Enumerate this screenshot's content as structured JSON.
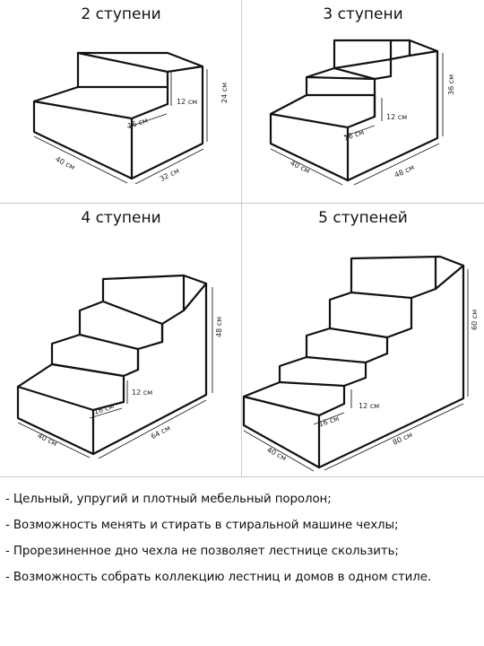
{
  "panels": [
    {
      "title": "2 ступени",
      "depth": "40 см",
      "length": "32 см",
      "height": "24 см",
      "step_height": "12 см",
      "step_depth": "16 см"
    },
    {
      "title": "3 ступени",
      "depth": "40 см",
      "length": "48 см",
      "height": "36 см",
      "step_height": "12 см",
      "step_depth": "16 см"
    },
    {
      "title": "4 ступени",
      "depth": "40 см",
      "length": "64 см",
      "height": "48 см",
      "step_height": "12 см",
      "step_depth": "16 см"
    },
    {
      "title": "5 ступеней",
      "depth": "40 см",
      "length": "80 см",
      "height": "60 см",
      "step_height": "12 см",
      "step_depth": "16 см"
    }
  ],
  "features": [
    "- Цельный, упругий и плотный мебельный поролон;",
    "- Возможность менять и стирать в стиральной машине чехлы;",
    "- Прорезиненное дно чехла не позволяет лестнице скользить;",
    "- Возможность собрать коллекцию лестниц и домов в одном стиле."
  ]
}
